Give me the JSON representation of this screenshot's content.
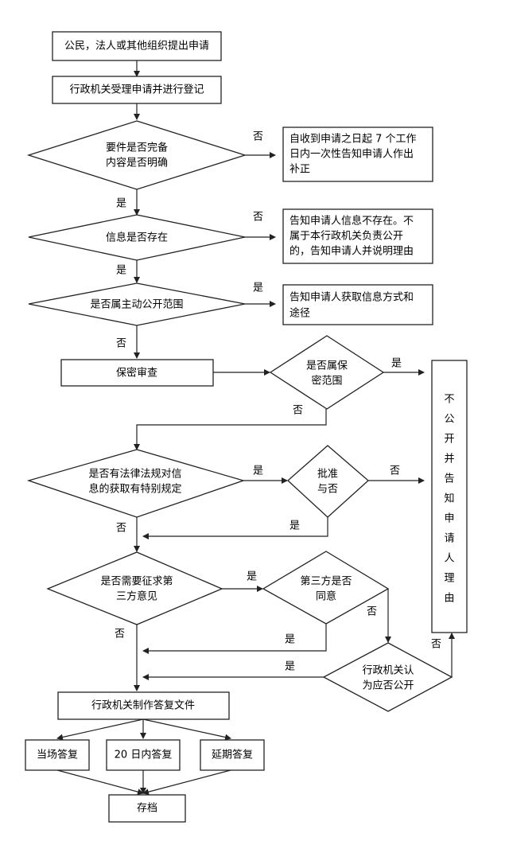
{
  "nodes": {
    "apply": "公民，法人或其他组织提出申请",
    "accept": "行政机关受理申请并进行登记",
    "complete": [
      "要件是否完备",
      "内容是否明确"
    ],
    "notify_correction": [
      "自收到申请之日起 7 个工作",
      "日内一次性告知申请人作出",
      "补正"
    ],
    "exists": "信息是否存在",
    "notify_not_exist": [
      "告知申请人信息不存在。不",
      "属于本行政机关负责公开",
      "的，告知申请人并说明理由"
    ],
    "active_scope": "是否属主动公开范围",
    "notify_method": [
      "告知申请人获取信息方式和",
      "途径"
    ],
    "secrecy_review": "保密审查",
    "secret_scope": [
      "是否属保",
      "密范围"
    ],
    "not_public": [
      "不",
      "公",
      "开",
      "并",
      "告",
      "知",
      "申",
      "请",
      "人",
      "理",
      "由"
    ],
    "special_rules": [
      "是否有法律法规对信",
      "息的获取有特别规定"
    ],
    "approve": [
      "批准",
      "与否"
    ],
    "third_party_needed": [
      "是否需要征求第",
      "三方意见"
    ],
    "third_party_agree": [
      "第三方是否",
      "同意"
    ],
    "agency_decides": [
      "行政机关认",
      "为应否公开"
    ],
    "make_reply": "行政机关制作答复文件",
    "reply_onsite": "当场答复",
    "reply_20days": "20 日内答复",
    "reply_extended": "延期答复",
    "archive": "存档"
  },
  "edge_labels": {
    "no_complete": "否",
    "yes_complete": "是",
    "no_exists": "否",
    "yes_exists": "是",
    "yes_active": "是",
    "no_active": "否",
    "yes_secret": "是",
    "no_secret": "否",
    "yes_special": "是",
    "no_approve": "否",
    "yes_approve": "是",
    "no_special": "否",
    "yes_third": "是",
    "no_third_agree": "否",
    "no_third": "否",
    "yes_third_agree": "是",
    "yes_agency": "是",
    "no_agency": "否"
  }
}
